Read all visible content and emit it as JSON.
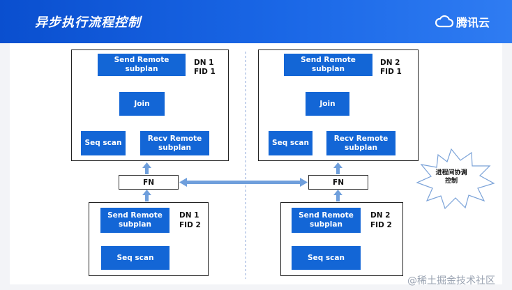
{
  "header": {
    "title": "异步执行流程控制",
    "brand": "腾讯云"
  },
  "diagram": {
    "left": {
      "upper": {
        "send": "Send Remote subplan",
        "dn": "DN 1",
        "fid": "FID 1",
        "join": "Join",
        "seq": "Seq scan",
        "recv": "Recv Remote subplan"
      },
      "fn": "FN",
      "lower": {
        "send": "Send Remote subplan",
        "dn": "DN 1",
        "fid": "FID 2",
        "seq": "Seq scan"
      }
    },
    "right": {
      "upper": {
        "send": "Send Remote subplan",
        "dn": "DN 2",
        "fid": "FID 1",
        "join": "Join",
        "seq": "Seq scan",
        "recv": "Recv Remote subplan"
      },
      "fn": "FN",
      "lower": {
        "send": "Send Remote subplan",
        "dn": "DN 2",
        "fid": "FID 2",
        "seq": "Seq scan"
      }
    },
    "callout": "进程间协调控制"
  },
  "colors": {
    "box": "#1366d6",
    "arrow_blue": "#6f9fdc",
    "header": "#0a4fcf"
  },
  "watermark": "@稀土掘金技术社区"
}
